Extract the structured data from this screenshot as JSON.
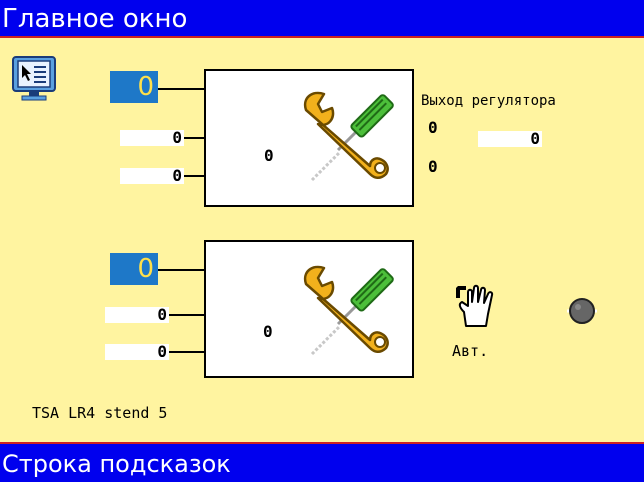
{
  "window": {
    "title": "Главное окно"
  },
  "status": {
    "hint": "Строка подсказок"
  },
  "regulator1": {
    "setpoint": "0",
    "input2": "0",
    "input3": "0",
    "center_value": "0",
    "output_label": "Выход регулятора",
    "output_a": "0",
    "output_b": "0",
    "output_value": "0"
  },
  "regulator2": {
    "setpoint": "0",
    "input2": "0",
    "input3": "0",
    "center_value": "0",
    "mode_label": "Авт."
  },
  "footer": {
    "device_label": "TSA LR4 stend 5"
  },
  "icons": {
    "menu": "monitor-cursor-icon",
    "tools": "wrench-screwdriver-icon",
    "hand": "hand-icon",
    "lamp": "indicator-lamp-icon"
  },
  "colors": {
    "background": "#fff4a0",
    "bar": "#0000ee",
    "field": "#1e78c8",
    "field_text": "#ffe04a"
  }
}
